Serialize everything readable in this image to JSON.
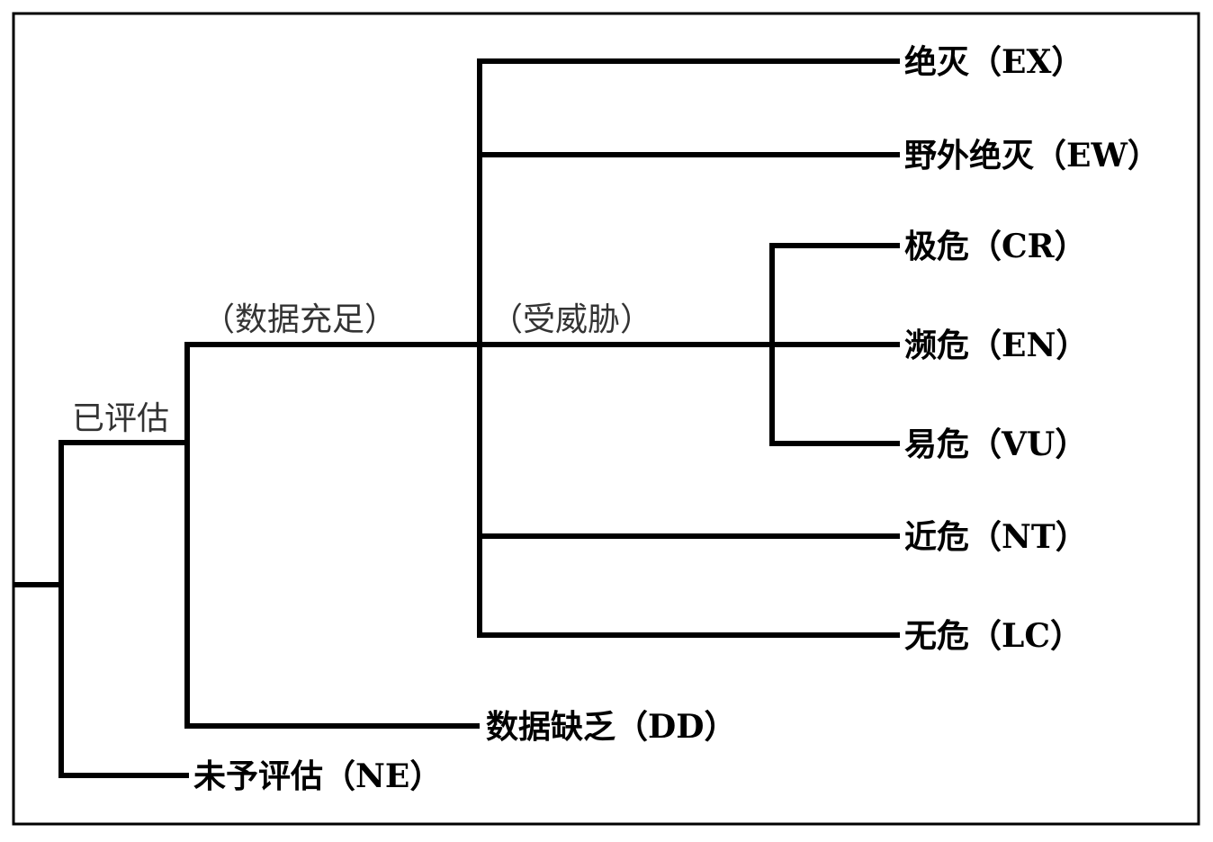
{
  "diagram": {
    "branches": {
      "evaluated": "已评估",
      "adequate_data": "（数据充足）",
      "threatened": "（受威胁）"
    },
    "leaves": {
      "ex": "绝灭（EX）",
      "ew": "野外绝灭（EW）",
      "cr": "极危（CR）",
      "en": "濒危（EN）",
      "vu": "易危（VU）",
      "nt": "近危（NT）",
      "lc": "无危（LC）",
      "dd": "数据缺乏（DD）",
      "ne": "未予评估（NE）"
    },
    "colors": {
      "line": "#000000",
      "frame": "#000000",
      "branch_text": "#333333",
      "leaf_text": "#000000"
    }
  }
}
